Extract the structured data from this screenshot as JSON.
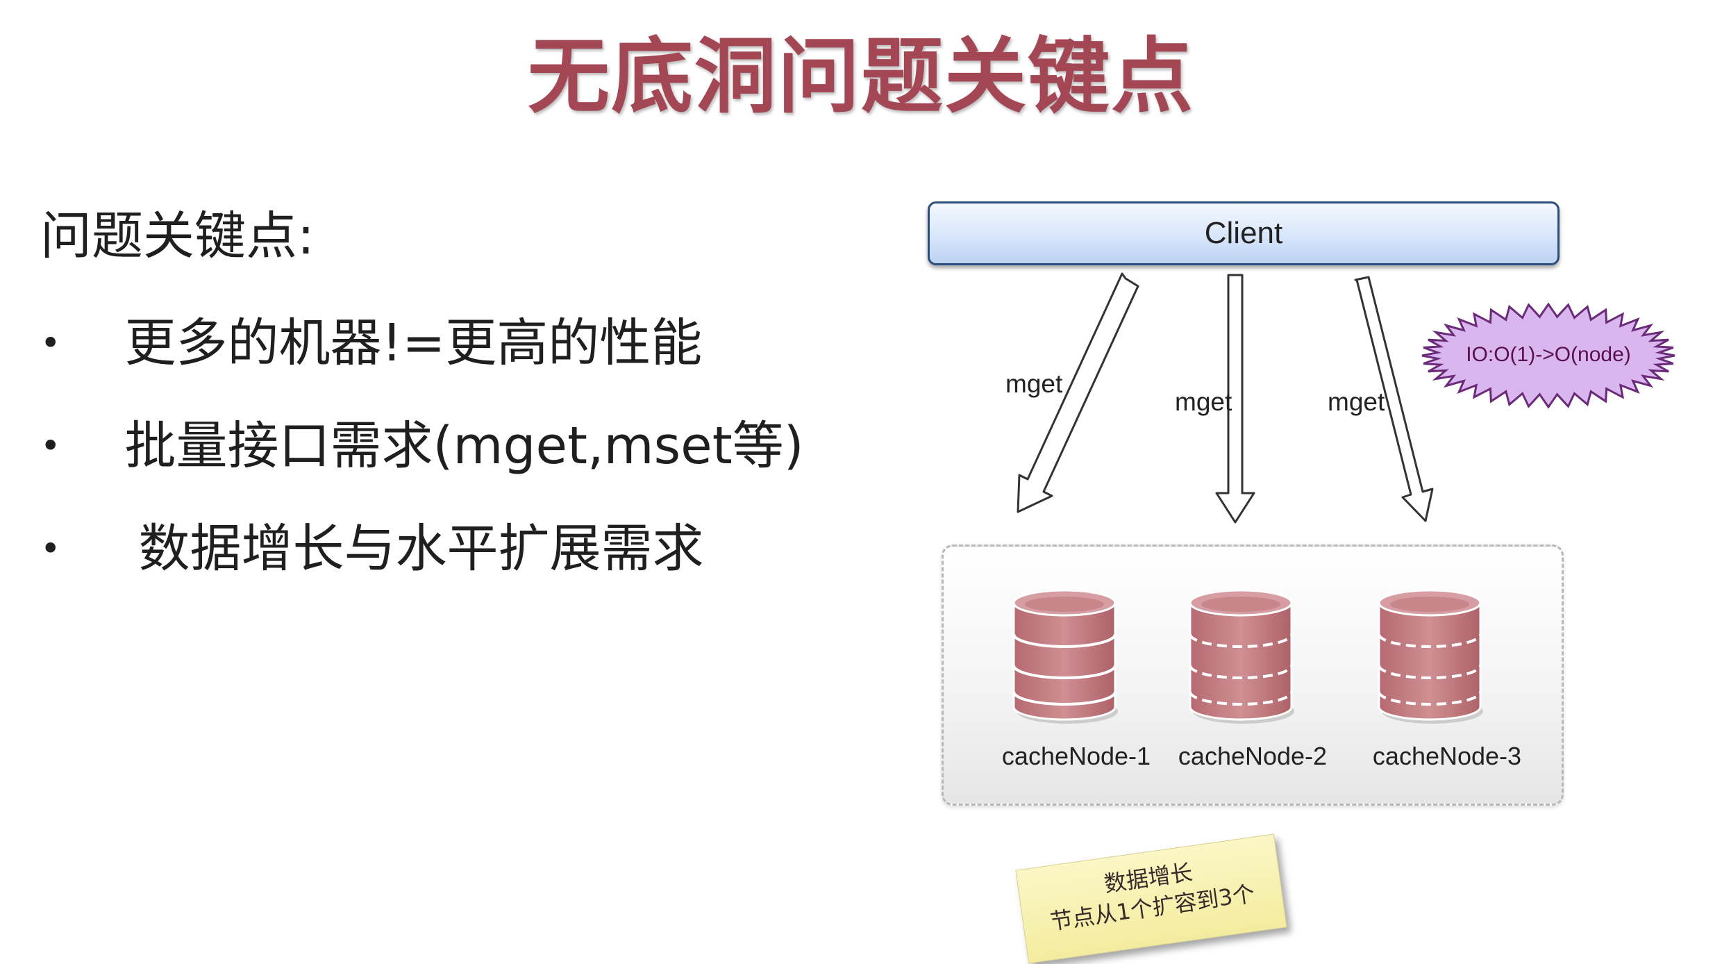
{
  "title": "无底洞问题关键点",
  "left": {
    "heading": "问题关键点:",
    "bullets": [
      "更多的机器!=更高的性能",
      "批量接口需求(mget,mset等)",
      "数据增长与水平扩展需求"
    ],
    "bullet_symbol": "•"
  },
  "diagram": {
    "client_label": "Client",
    "arrow_labels": [
      "mget",
      "mget",
      "mget"
    ],
    "burst_label": "IO:O(1)->O(node)",
    "nodes": [
      "cacheNode-1",
      "cacheNode-2",
      "cacheNode-3"
    ],
    "note_lines": [
      "数据增长",
      "节点从1个扩容到3个"
    ],
    "colors": {
      "title": "#a44755",
      "db": "#c17b80",
      "burst_fill": "#d9b6ee",
      "burst_stroke": "#6b2b7a",
      "client_border": "#2b4f7a"
    }
  }
}
